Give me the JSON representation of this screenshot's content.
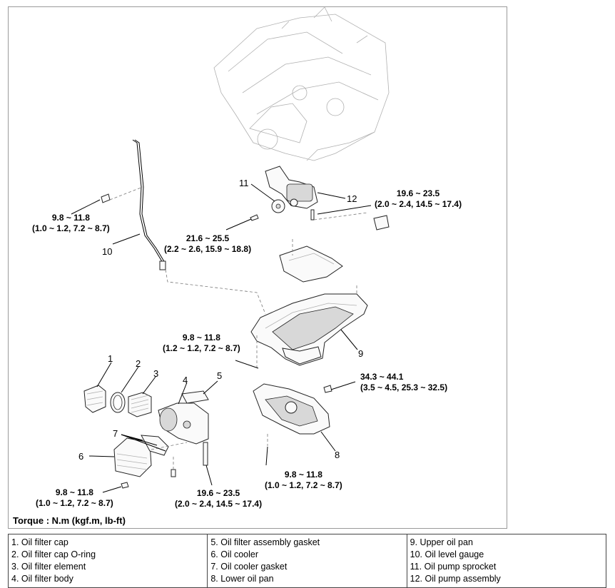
{
  "torque": {
    "t1": [
      "9.8 ~ 11.8",
      "(1.0 ~ 1.2, 7.2 ~ 8.7)"
    ],
    "t2": [
      "19.6 ~ 23.5",
      "(2.0 ~ 2.4, 14.5 ~ 17.4)"
    ],
    "t3": [
      "21.6 ~ 25.5",
      "(2.2 ~ 2.6, 15.9 ~ 18.8)"
    ],
    "t4": [
      "9.8 ~ 11.8",
      "(1.2 ~ 1.2, 7.2 ~ 8.7)"
    ],
    "t5": [
      "34.3 ~ 44.1",
      "(3.5 ~ 4.5, 25.3 ~ 32.5)"
    ],
    "t6": [
      "9.8 ~ 11.8",
      "(1.0 ~ 1.2, 7.2 ~ 8.7)"
    ],
    "t7": [
      "9.8 ~ 11.8",
      "(1.0 ~ 1.2, 7.2 ~ 8.7)"
    ],
    "t8": [
      "19.6 ~ 23.5",
      "(2.0 ~ 2.4, 14.5 ~ 17.4)"
    ]
  },
  "callouts": {
    "n1": "1",
    "n2": "2",
    "n3": "3",
    "n4": "4",
    "n5": "5",
    "n6": "6",
    "n7": "7",
    "n8": "8",
    "n9": "9",
    "n10": "10",
    "n11": "11",
    "n12": "12"
  },
  "unit_note": "Torque : N.m (kgf.m, lb-ft)",
  "legend": {
    "col1": [
      "1. Oil filter cap",
      "2. Oil filter cap O-ring",
      "3. Oil filter element",
      "4. Oil filter body"
    ],
    "col2": [
      "5. Oil filter assembly gasket",
      "6. Oil cooler",
      "7. Oil cooler gasket",
      "8. Lower oil pan"
    ],
    "col3": [
      "9. Upper oil pan",
      "10. Oil level gauge",
      "11. Oil pump sprocket",
      "12. Oil pump assembly"
    ]
  }
}
